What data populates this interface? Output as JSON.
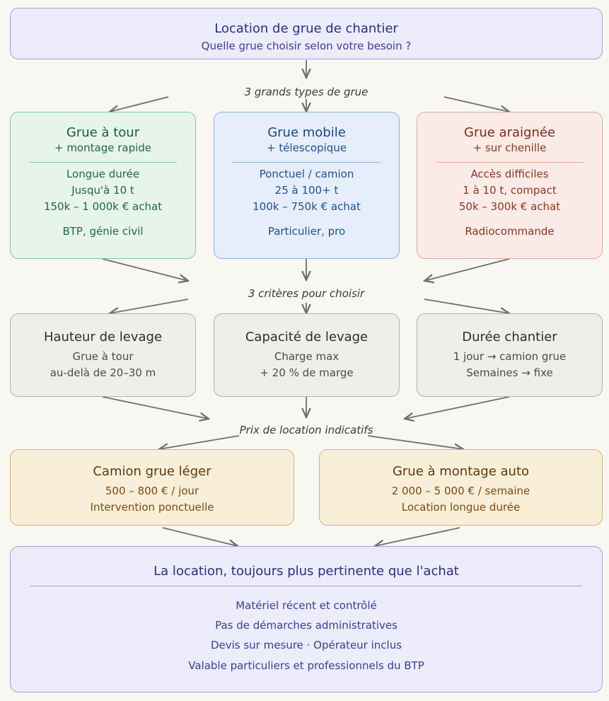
{
  "header": {
    "title": "Location de grue de chantier",
    "subtitle": "Quelle grue choisir selon votre besoin ?"
  },
  "labels": {
    "types": "3 grands types de grue",
    "criteria": "3 critères pour choisir",
    "prices": "Prix de location indicatifs"
  },
  "types": [
    {
      "title": "Grue à tour",
      "subtitle": "+ montage rapide",
      "lines": [
        "Longue durée",
        "Jusqu'à 10 t",
        "150k – 1 000k € achat"
      ],
      "footer": "BTP, génie civil"
    },
    {
      "title": "Grue mobile",
      "subtitle": "+ télescopique",
      "lines": [
        "Ponctuel / camion",
        "25 à 100+ t",
        "100k – 750k € achat"
      ],
      "footer": "Particulier, pro"
    },
    {
      "title": "Grue araignée",
      "subtitle": "+ sur chenille",
      "lines": [
        "Accès difficiles",
        "1 à 10 t, compact",
        "50k – 300k € achat"
      ],
      "footer": "Radiocommande"
    }
  ],
  "criteria": [
    {
      "title": "Hauteur de levage",
      "lines": [
        "Grue à tour",
        "au-delà de 20–30 m"
      ]
    },
    {
      "title": "Capacité de levage",
      "lines": [
        "Charge max",
        "+ 20 % de marge"
      ]
    },
    {
      "title": "Durée chantier",
      "lines": [
        "1 jour → camion grue",
        "Semaines → fixe"
      ]
    }
  ],
  "prices": [
    {
      "title": "Camion grue léger",
      "lines": [
        "500 – 800 € / jour",
        "Intervention ponctuelle"
      ]
    },
    {
      "title": "Grue à montage auto",
      "lines": [
        "2 000 – 5 000 € / semaine",
        "Location longue durée"
      ]
    }
  ],
  "conclusion": {
    "title": "La location, toujours plus pertinente que l'achat",
    "lines": [
      "Matériel récent et contrôlé",
      "Pas de démarches administratives",
      "Devis sur mesure · Opérateur inclus"
    ],
    "footer": "Valable particuliers et professionnels du BTP"
  }
}
